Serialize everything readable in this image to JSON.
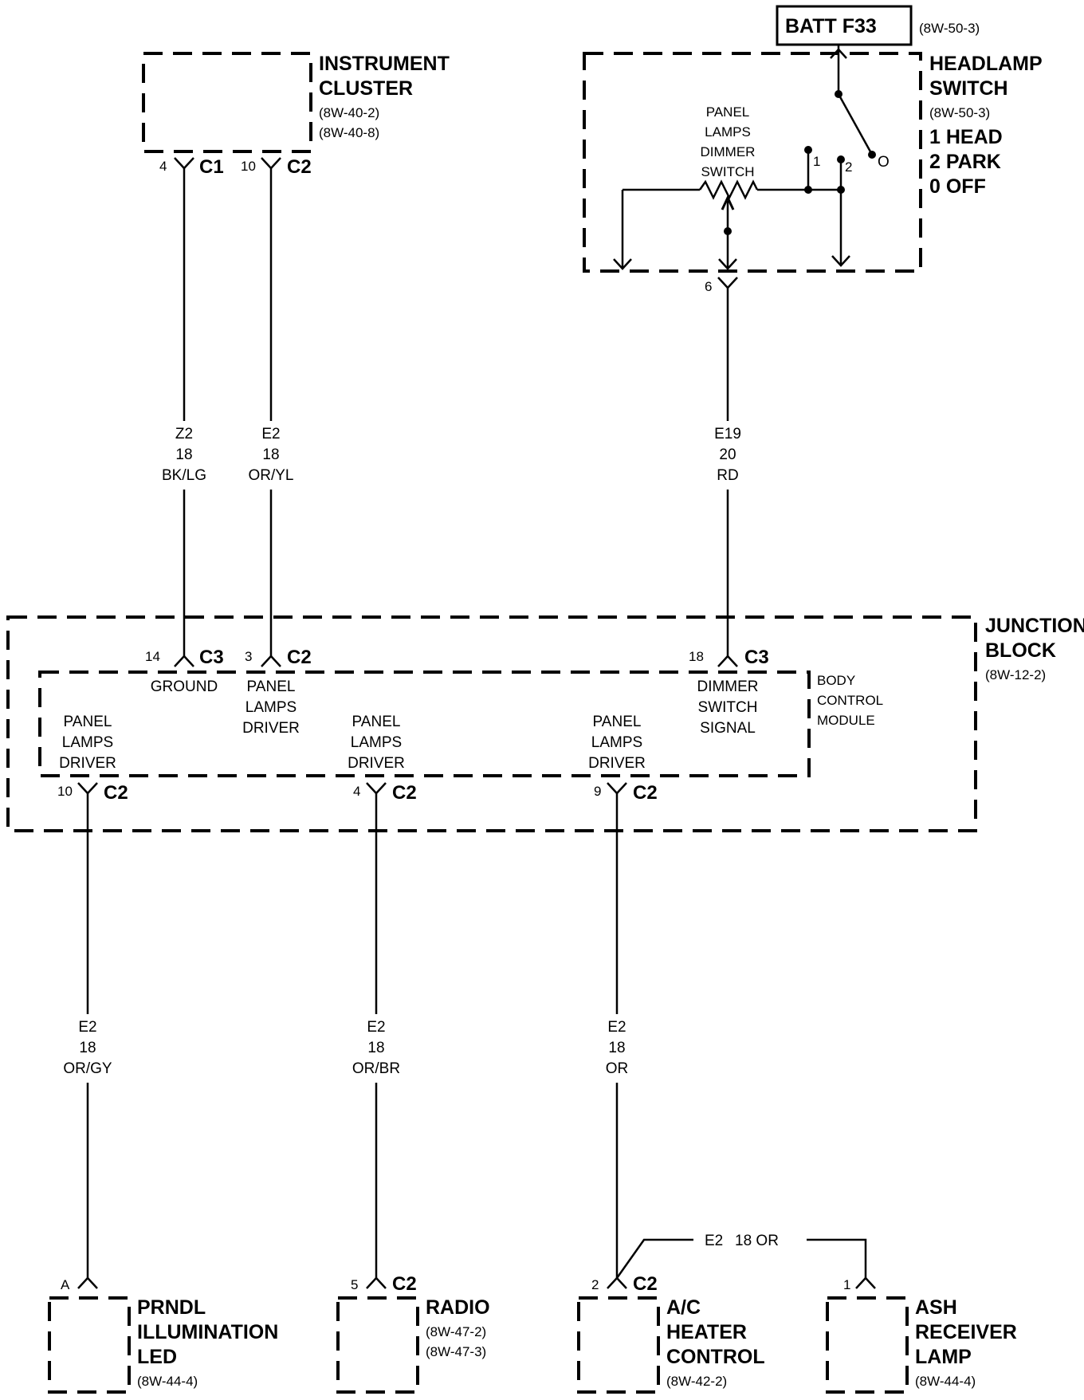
{
  "components": {
    "battery_fuse": {
      "label": "BATT F33",
      "ref": "(8W-50-3)"
    },
    "instrument_cluster": {
      "name_lines": [
        "INSTRUMENT",
        "CLUSTER"
      ],
      "refs": [
        "(8W-40-2)",
        "(8W-40-8)"
      ]
    },
    "headlamp_switch": {
      "name_lines": [
        "HEADLAMP",
        "SWITCH"
      ],
      "ref": "(8W-50-3)",
      "positions": [
        "1 HEAD",
        "2 PARK",
        "0 OFF"
      ],
      "dimmer_label": [
        "PANEL",
        "LAMPS",
        "DIMMER",
        "SWITCH"
      ],
      "contact_1": "1",
      "contact_2": "2",
      "contact_0": "O"
    },
    "junction_block": {
      "name_lines": [
        "JUNCTION",
        "BLOCK"
      ],
      "ref": "(8W-12-2)"
    },
    "body_control_module": {
      "name_lines": [
        "BODY",
        "CONTROL",
        "MODULE"
      ]
    },
    "prndl_led": {
      "name_lines": [
        "PRNDL",
        "ILLUMINATION",
        "LED"
      ],
      "ref": "(8W-44-4)"
    },
    "radio": {
      "name_lines": [
        "RADIO"
      ],
      "refs": [
        "(8W-47-2)",
        "(8W-47-3)"
      ]
    },
    "ac_heater_control": {
      "name_lines": [
        "A/C",
        "HEATER",
        "CONTROL"
      ],
      "ref": "(8W-42-2)"
    },
    "ash_receiver_lamp": {
      "name_lines": [
        "ASH",
        "RECEIVER",
        "LAMP"
      ],
      "ref": "(8W-44-4)"
    }
  },
  "connectors": {
    "cluster_c1": {
      "pin": "4",
      "name": "C1"
    },
    "cluster_c2": {
      "pin": "10",
      "name": "C2"
    },
    "switch_pin": {
      "pin": "6"
    },
    "jb_ground": {
      "pin": "14",
      "name": "C3",
      "signal": "GROUND"
    },
    "jb_driver_top": {
      "pin": "3",
      "name": "C2",
      "signal": [
        "PANEL",
        "LAMPS",
        "DRIVER"
      ]
    },
    "jb_dimmer": {
      "pin": "18",
      "name": "C3",
      "signal": [
        "DIMMER",
        "SWITCH",
        "SIGNAL"
      ]
    },
    "jb_out_1": {
      "pin": "10",
      "name": "C2",
      "signal": [
        "PANEL",
        "LAMPS",
        "DRIVER"
      ]
    },
    "jb_out_2": {
      "pin": "4",
      "name": "C2",
      "signal": [
        "PANEL",
        "LAMPS",
        "DRIVER"
      ]
    },
    "jb_out_3": {
      "pin": "9",
      "name": "C2",
      "signal": [
        "PANEL",
        "LAMPS",
        "DRIVER"
      ]
    },
    "prndl_pin": {
      "pin": "A"
    },
    "radio_pin": {
      "pin": "5",
      "name": "C2"
    },
    "ac_pin": {
      "pin": "2",
      "name": "C2"
    },
    "ash_pin": {
      "pin": "1"
    }
  },
  "wires": {
    "ground": [
      "Z2",
      "18",
      "BK/LG"
    ],
    "cluster_feed": [
      "E2",
      "18",
      "OR/YL"
    ],
    "dimmer": [
      "E19",
      "20",
      "RD"
    ],
    "prndl": [
      "E2",
      "18",
      "OR/GY"
    ],
    "radio": [
      "E2",
      "18",
      "OR/BR"
    ],
    "ac": [
      "E2",
      "18",
      "OR"
    ],
    "ash": {
      "circuit": "E2",
      "gauge_color": "18 OR"
    }
  }
}
